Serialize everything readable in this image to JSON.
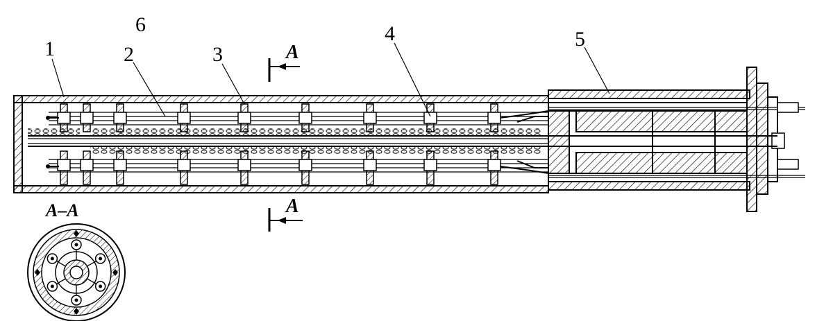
{
  "labels": {
    "part_1": "1",
    "part_2": "2",
    "part_3": "3",
    "part_4": "4",
    "part_5": "5",
    "part_6": "6"
  },
  "section": {
    "marker_top": "A",
    "marker_bottom": "A",
    "title": "A–A"
  }
}
